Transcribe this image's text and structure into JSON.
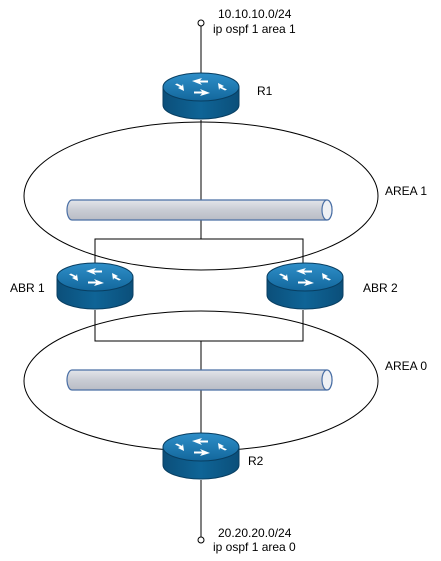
{
  "top_network": {
    "subnet": "10.10.10.0/24",
    "config": "ip ospf 1 area 1"
  },
  "bottom_network": {
    "subnet": "20.20.20.0/24",
    "config": "ip ospf 1 area 0"
  },
  "routers": {
    "r1": "R1",
    "abr1": "ABR 1",
    "abr2": "ABR 2",
    "r2": "R2"
  },
  "areas": {
    "area1": "AREA 1",
    "area0": "AREA 0"
  },
  "colors": {
    "router_body": "#0a5a8a",
    "router_top": "#1f7bb3",
    "segment_fill": "#cfd2d9",
    "segment_stroke": "#4a6fa5",
    "line": "#000000"
  }
}
